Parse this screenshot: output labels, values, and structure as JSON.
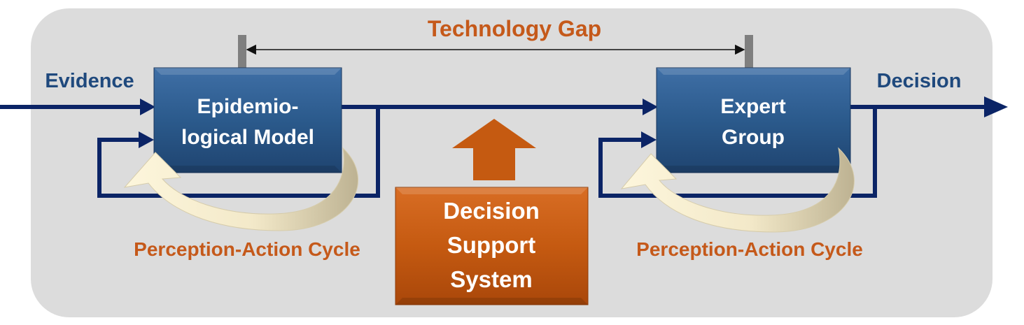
{
  "title": "Technology Gap",
  "input_label": "Evidence",
  "output_label": "Decision",
  "left_box": {
    "line1": "Epidemio-",
    "line2": "logical Model"
  },
  "right_box": {
    "line1": "Expert",
    "line2": "Group"
  },
  "center_box": {
    "line1": "Decision",
    "line2": "Support",
    "line3": "System"
  },
  "left_cycle_label": "Perception-Action Cycle",
  "right_cycle_label": "Perception-Action Cycle",
  "colors": {
    "panel": "#dcdcdc",
    "navy": "#0b2466",
    "box_blue": "#2b5a8c",
    "orange_text": "#c5591a",
    "orange_box": "#c55a11",
    "label_navy": "#1f497d",
    "gap_bar": "#7f7f7f",
    "cycle_cream": "#fdf3d6",
    "cycle_tan": "#c2b89a"
  }
}
